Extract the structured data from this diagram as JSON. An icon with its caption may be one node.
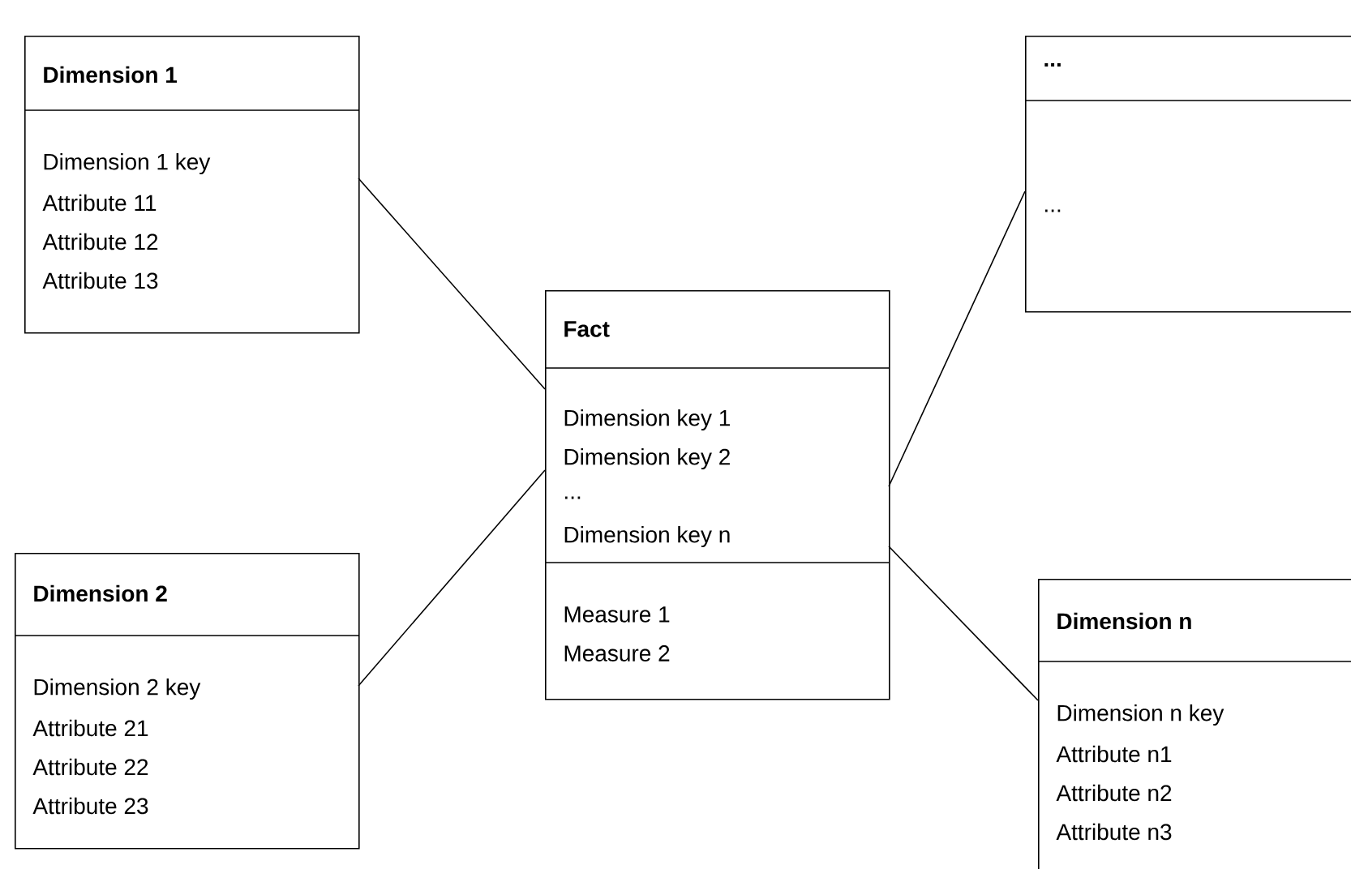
{
  "diagram": {
    "nodes": [
      {
        "text": [
          "Dimension 1",
          "Dimension 1 key",
          "Attribute 11",
          "Attribute 12",
          "Attribute 13"
        ]
      },
      {
        "text": [
          "...",
          "..."
        ]
      },
      {
        "text": [
          "Fact",
          "Dimension key 1",
          "Dimension key 2",
          "...",
          "Dimension key n",
          "Measure 1",
          "Measure 2"
        ]
      },
      {
        "text": [
          "Dimension 2",
          "Dimension 2 key",
          "Attribute 21",
          "Attribute 22",
          "Attribute 23"
        ]
      },
      {
        "text": [
          "Dimension n",
          "Dimension n key",
          "Attribute n1",
          "Attribute n2",
          "Attribute n3"
        ]
      }
    ],
    "edges": [
      {
        "from": 0,
        "to": 2,
        "arrow": "none"
      },
      {
        "from": 1,
        "to": 2,
        "arrow": "none"
      },
      {
        "from": 3,
        "to": 2,
        "arrow": "none"
      },
      {
        "from": 4,
        "to": 2,
        "arrow": "none"
      }
    ]
  }
}
